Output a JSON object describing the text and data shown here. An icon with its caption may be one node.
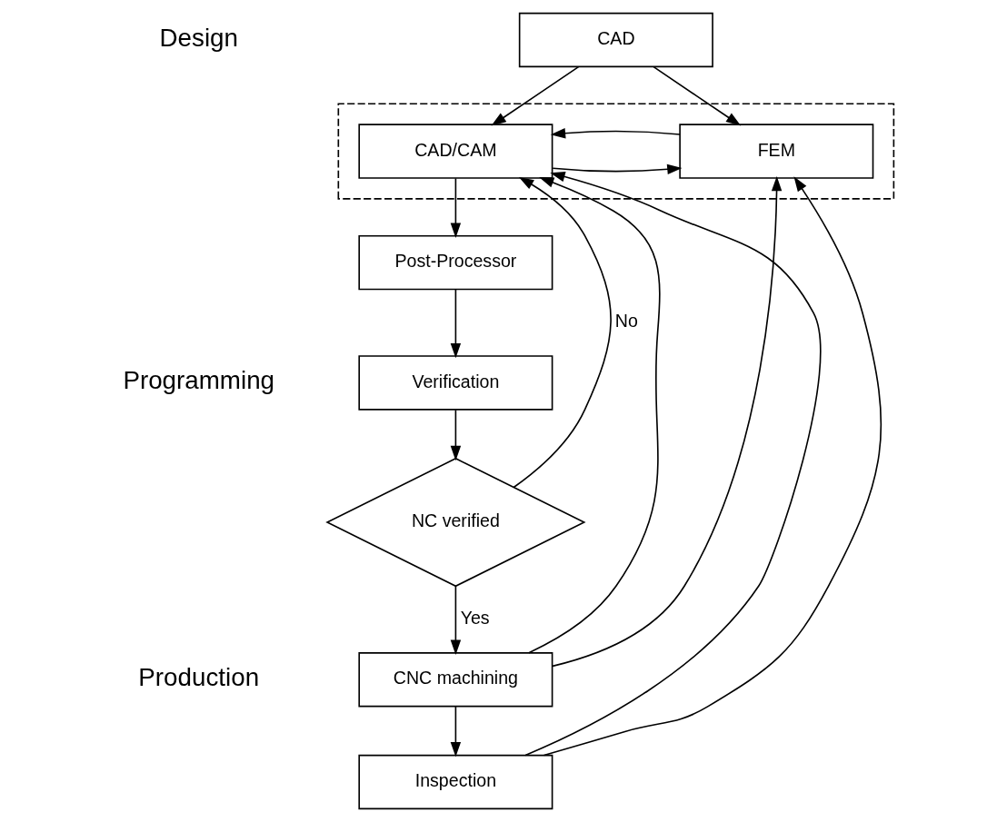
{
  "diagram": {
    "nodes": [
      {
        "text": [
          "CAD"
        ]
      },
      {
        "text": [],
        "shape": "box"
      },
      {
        "text": [
          "CAD/CAM"
        ],
        "in": 1
      },
      {
        "text": [
          "FEM"
        ],
        "in": 1
      },
      {
        "text": [
          "Post-Processor"
        ]
      },
      {
        "text": [
          "Verification"
        ]
      },
      {
        "text": [
          "NC verified"
        ]
      },
      {
        "text": [
          "CNC machining"
        ]
      },
      {
        "text": [
          "Inspection"
        ]
      }
    ],
    "edges": [
      {
        "from": 0,
        "to": 2,
        "arrow": "to"
      },
      {
        "from": 0,
        "to": 3,
        "arrow": "to"
      },
      {
        "from": 2,
        "to": 3,
        "arrow": "to"
      },
      {
        "from": 3,
        "to": 2,
        "arrow": "to"
      },
      {
        "from": 2,
        "to": 4,
        "arrow": "to"
      },
      {
        "from": 4,
        "to": 5,
        "arrow": "to"
      },
      {
        "from": 5,
        "to": 6,
        "arrow": "to"
      },
      {
        "from": 6,
        "to": 2,
        "arrow": "to",
        "label": "No"
      },
      {
        "from": 6,
        "to": 7,
        "arrow": "to",
        "label": "Yes"
      },
      {
        "from": 7,
        "to": 2,
        "arrow": "to"
      },
      {
        "from": 7,
        "to": 3,
        "arrow": "to"
      },
      {
        "from": 7,
        "to": 8,
        "arrow": "to"
      },
      {
        "from": 8,
        "to": 2,
        "arrow": "to"
      },
      {
        "from": 8,
        "to": 3,
        "arrow": "to"
      }
    ],
    "labels": [
      "Design",
      "Programming",
      "Production"
    ]
  }
}
